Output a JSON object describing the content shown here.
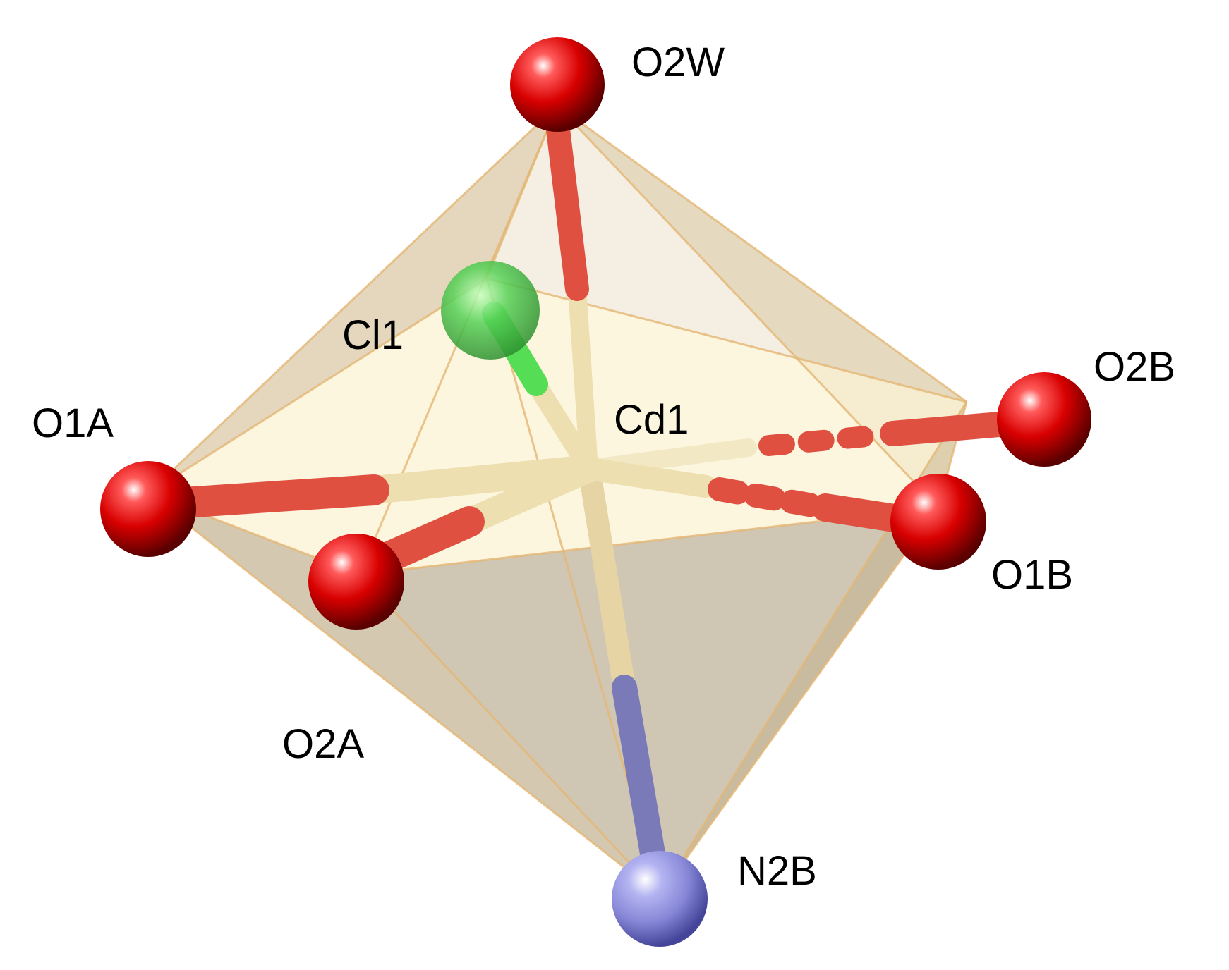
{
  "figure": {
    "atoms": {
      "O2W": {
        "label": "O2W",
        "element": "O",
        "color": "#dd0000"
      },
      "Cl1": {
        "label": "Cl1",
        "element": "Cl",
        "color": "#44cc44"
      },
      "Cd1": {
        "label": "Cd1",
        "element": "Cd",
        "color": "#f0e2b0"
      },
      "O2B": {
        "label": "O2B",
        "element": "O",
        "color": "#dd0000"
      },
      "O1A": {
        "label": "O1A",
        "element": "O",
        "color": "#dd0000"
      },
      "O1B": {
        "label": "O1B",
        "element": "O",
        "color": "#dd0000"
      },
      "O2A": {
        "label": "O2A",
        "element": "O",
        "color": "#dd0000"
      },
      "N2B": {
        "label": "N2B",
        "element": "N",
        "color": "#8888dd"
      }
    },
    "colors": {
      "polyhedron": "#d9c496",
      "polyhedron_edge": "#e3b774",
      "bond_metal": "#eedfb0",
      "bond_oxygen": "#e05040",
      "bond_nitrogen": "#7a7ab8",
      "bond_chlorine": "#55dd55"
    }
  }
}
